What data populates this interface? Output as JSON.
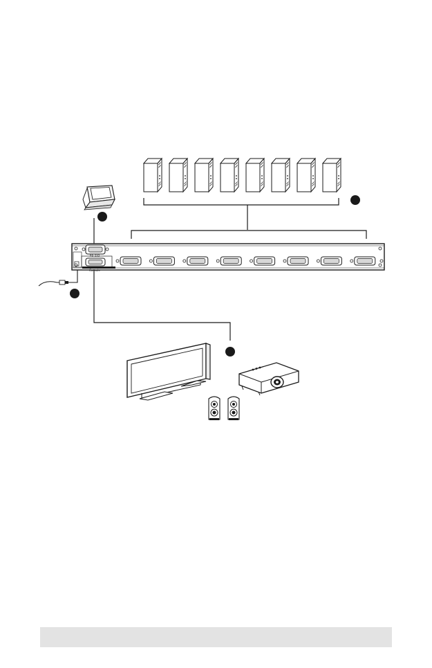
{
  "labels": {
    "rs232": "RS-232",
    "console": "Console"
  },
  "legend": {
    "callouts": [
      "",
      "",
      "",
      ""
    ]
  },
  "colors": {
    "ink": "#1a1a1a",
    "callout": "#1a1a1a",
    "footer": "#e3e3e3"
  },
  "counts": {
    "computers": 8,
    "kvm_ports": 8
  }
}
